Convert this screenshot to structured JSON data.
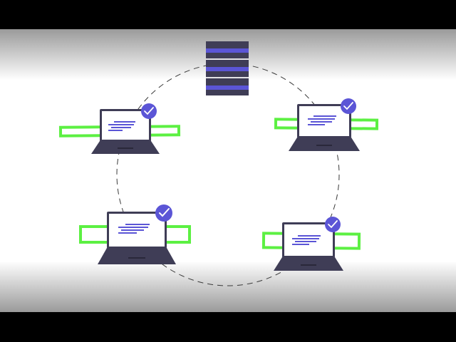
{
  "colors": {
    "letterbox": "#000000",
    "background_edge": "#9a9a9a",
    "background_center": "#ffffff",
    "ring_dash": "#3a3a3a",
    "server_body": "#3f3d56",
    "server_slot": "#5b55d6",
    "laptop_body": "#3f3d56",
    "laptop_screen": "#ffffff",
    "code_lines": "#5b55d6",
    "check_badge": "#5b55d6",
    "check_mark": "#ffffff",
    "highlight_frame": "#5cf042"
  },
  "icons": {
    "server": "server-rack-icon",
    "laptop": "laptop-icon",
    "check": "check-badge-icon",
    "frame": "scan-frame-icon"
  },
  "nodes": [
    {
      "name": "laptop-top-left",
      "verified": true
    },
    {
      "name": "laptop-top-right",
      "verified": true
    },
    {
      "name": "laptop-bottom-left",
      "verified": true
    },
    {
      "name": "laptop-bottom-right",
      "verified": true
    }
  ]
}
